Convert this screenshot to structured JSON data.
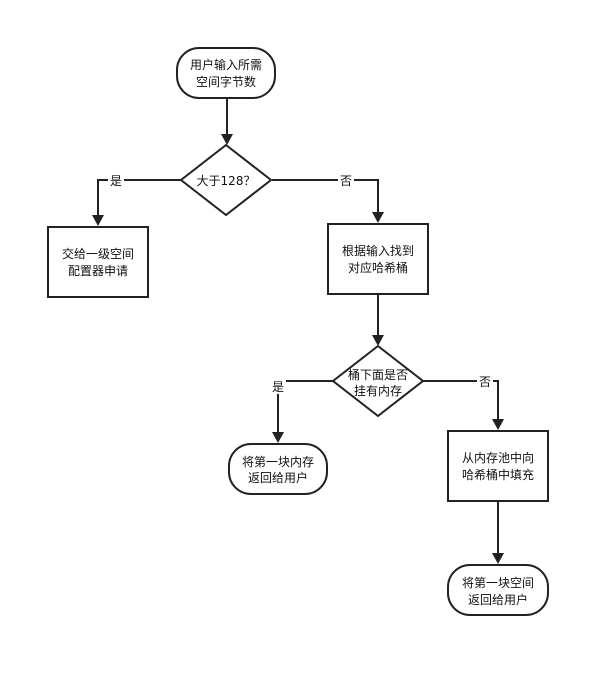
{
  "nodes": {
    "start": [
      "用户输入所需",
      "空间字节数"
    ],
    "check_128": [
      "大于128？"
    ],
    "second_level": [
      "交给一级空间",
      "配置器申请"
    ],
    "find_bucket": [
      "根据输入找到",
      "对应哈希桶"
    ],
    "check_bucket": [
      "桶下面是否",
      "挂有内存"
    ],
    "return_first_a": [
      "将第一块内存",
      "返回给用户"
    ],
    "fill_from_pool": [
      "从内存池中向",
      "哈希桶中填充"
    ],
    "return_first_b": [
      "将第一块空间",
      "返回给用户"
    ]
  },
  "edge_labels": {
    "yes_1": "是",
    "no_1": "否",
    "yes_2": "是",
    "no_2": "否"
  },
  "colors": {
    "stroke": "#222222",
    "fill": "#ffffff",
    "text": "#111111"
  }
}
